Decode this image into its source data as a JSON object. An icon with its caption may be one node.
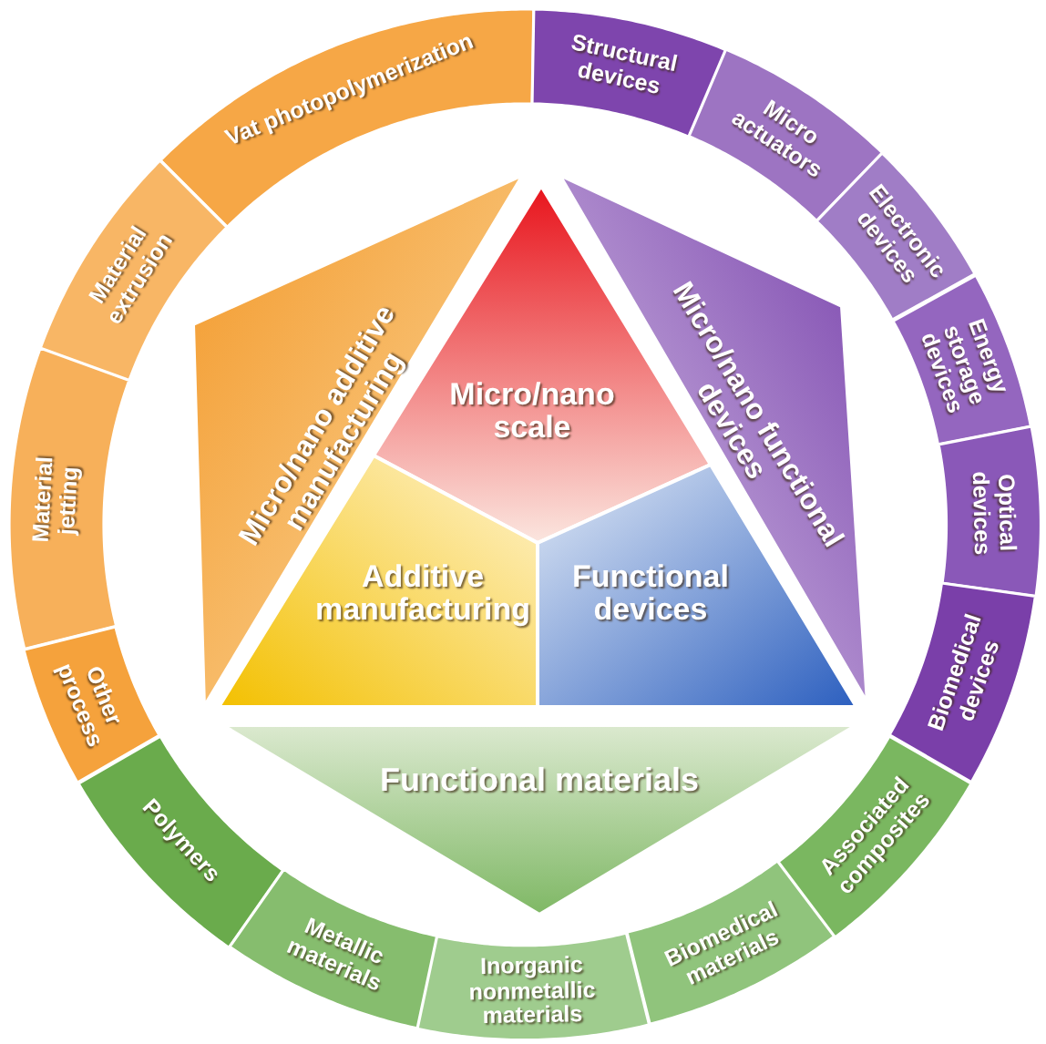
{
  "diagram": {
    "nodes": [
      {
        "text": [
          "Vat photopolymerization"
        ]
      },
      {
        "text": [
          "Material extrusion"
        ]
      },
      {
        "text": [
          "Material jetting"
        ]
      },
      {
        "text": [
          "Other process"
        ]
      },
      {
        "text": [
          "Structural devices"
        ]
      },
      {
        "text": [
          "Micro actuators"
        ]
      },
      {
        "text": [
          "Electronic devices"
        ]
      },
      {
        "text": [
          "Energy storage devices"
        ]
      },
      {
        "text": [
          "Optical devices"
        ]
      },
      {
        "text": [
          "Biomedical devices"
        ]
      },
      {
        "text": [
          "Polymers"
        ]
      },
      {
        "text": [
          "Metallic materials"
        ]
      },
      {
        "text": [
          "Inorganic nonmetallic materials"
        ]
      },
      {
        "text": [
          "Biomedical materials"
        ]
      },
      {
        "text": [
          "Associated composites"
        ]
      },
      {
        "text": [
          "Micro/nano additive manufacturing"
        ]
      },
      {
        "text": [
          "Micro/nano functional devices"
        ]
      },
      {
        "text": [
          "Functional materials"
        ]
      },
      {
        "text": [
          "Micro/nano scale"
        ]
      },
      {
        "text": [
          "Additive manufacturing"
        ]
      },
      {
        "text": [
          "Functional devices"
        ]
      }
    ]
  }
}
